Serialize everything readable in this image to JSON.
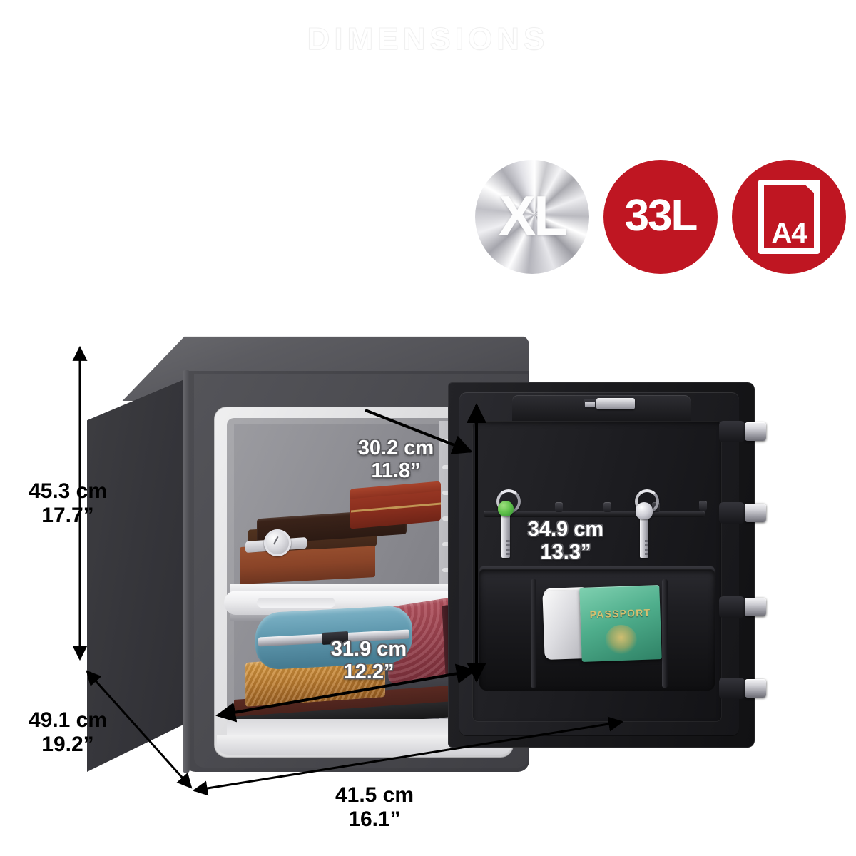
{
  "title": "DIMENSIONS",
  "badges": [
    {
      "id": "xl-badge",
      "label": "XL",
      "style": "silver",
      "color": "#d9d9de"
    },
    {
      "id": "33l-badge",
      "label": "33L",
      "style": "red-solid",
      "color": "#bf1622"
    },
    {
      "id": "a4-badge",
      "label": "A4",
      "style": "red-doc",
      "color": "#bf1622"
    }
  ],
  "dimensions": {
    "exterior_height": {
      "name": "exterior-height",
      "cm": "45.3 cm",
      "inch": "17.7”"
    },
    "exterior_depth": {
      "name": "exterior-depth",
      "cm": "49.1 cm",
      "inch": "19.2”"
    },
    "exterior_width": {
      "name": "exterior-width",
      "cm": "41.5 cm",
      "inch": "16.1”"
    },
    "interior_depth": {
      "name": "interior-depth",
      "cm": "30.2 cm",
      "inch": "11.8”"
    },
    "interior_height": {
      "name": "interior-height",
      "cm": "34.9 cm",
      "inch": "13.3”"
    },
    "interior_width": {
      "name": "interior-width",
      "cm": "31.9 cm",
      "inch": "12.2”"
    }
  },
  "product": {
    "type": "fire-safe",
    "body_color": "#44444a",
    "interior_liner_color": "#e6e6e8",
    "door_color": "#1b1b1f",
    "door_accessories": {
      "usb_clip": "usb-drive",
      "key_hooks": 4,
      "keys": [
        {
          "name": "green-key",
          "head_color": "#5fc04a"
        },
        {
          "name": "silver-key",
          "head_color": "#cfcfd6"
        }
      ],
      "pocket_items": [
        {
          "name": "passport",
          "label": "PASSPORT",
          "color": "#4fae8c"
        },
        {
          "name": "white-device",
          "color": "#e6e6ea"
        }
      ],
      "locking_bolts": 4
    },
    "shelf_contents": {
      "upper": [
        {
          "name": "wristwatch",
          "color": "#d7d7dc"
        },
        {
          "name": "leather-case",
          "color": "#2c1a13"
        },
        {
          "name": "jewelry-box-red",
          "color": "#8a2f1e"
        },
        {
          "name": "leather-book",
          "color": "#8a4428"
        }
      ],
      "lower": [
        {
          "name": "teal-clutch",
          "color": "#5e97ad"
        },
        {
          "name": "red-quilted-case",
          "color": "#97404c"
        },
        {
          "name": "gold-embossed-box",
          "color": "#bf7f31"
        },
        {
          "name": "gray-box",
          "color": "#45454b"
        },
        {
          "name": "stacked-books",
          "color": "#46201a"
        }
      ]
    }
  }
}
